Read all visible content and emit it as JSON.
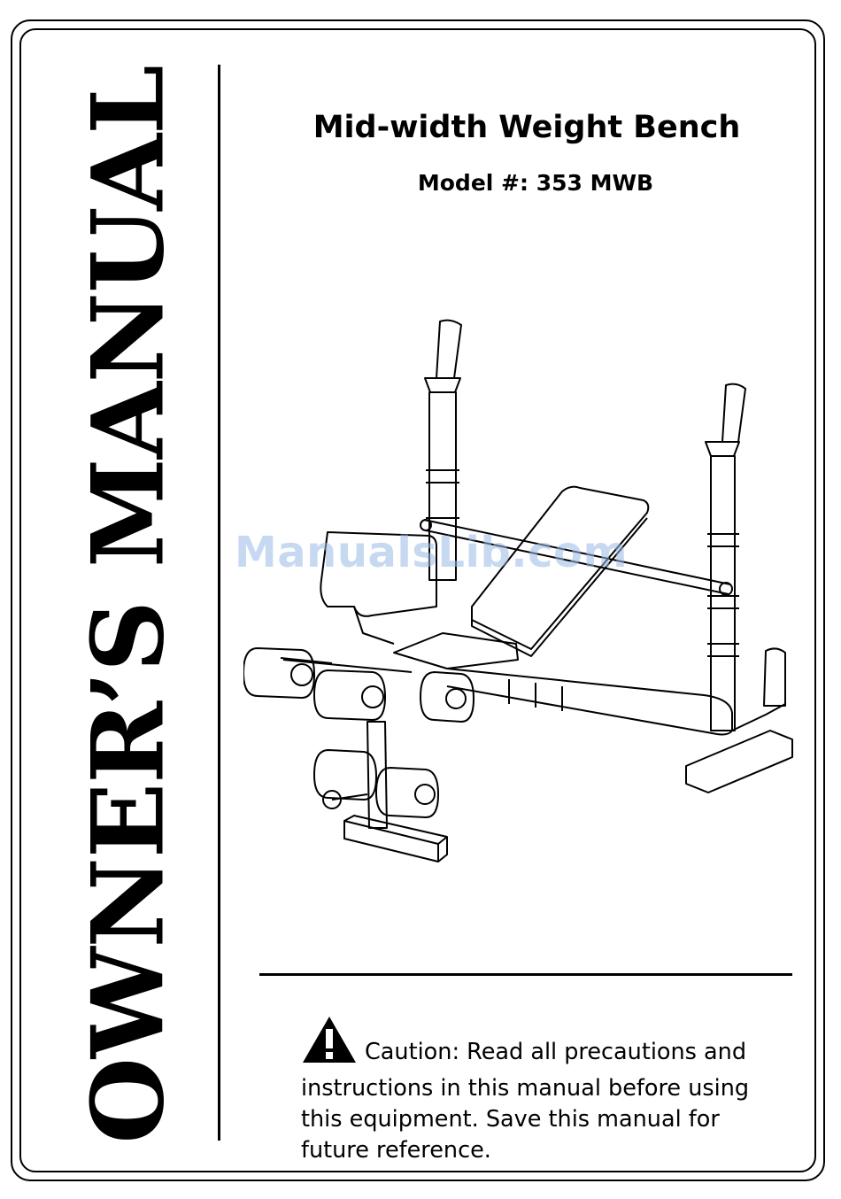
{
  "spine": {
    "title": "OWNER’S MANUAL"
  },
  "header": {
    "title": "Mid-width Weight Bench",
    "model": "Model #: 353 MWB"
  },
  "watermark": {
    "text": "ManualsLib.com"
  },
  "caution": {
    "icon": "warning-triangle-icon",
    "text": "Caution: Read all precautions and instructions in this manual before using this equipment. Save this manual for future reference."
  }
}
